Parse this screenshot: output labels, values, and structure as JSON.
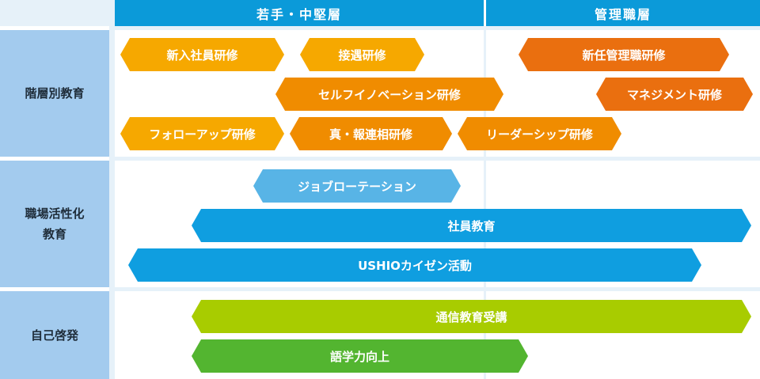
{
  "headers": {
    "young_mid": "若手・中堅層",
    "managers": "管理職層"
  },
  "rows": [
    {
      "label": "階層別教育"
    },
    {
      "label": "職場活性化\n教育"
    },
    {
      "label": "自己啓発"
    }
  ],
  "programs": {
    "new_employee": {
      "label": "新入社員研修",
      "color": "#f6a800"
    },
    "customer_service": {
      "label": "接遇研修",
      "color": "#f6a800"
    },
    "new_manager": {
      "label": "新任管理職研修",
      "color": "#ea6f0f"
    },
    "self_innovation": {
      "label": "セルフイノベーション研修",
      "color": "#f08c00"
    },
    "management": {
      "label": "マネジメント研修",
      "color": "#ea6f0f"
    },
    "follow_up": {
      "label": "フォローアップ研修",
      "color": "#f6a800"
    },
    "communication": {
      "label": "真・報連相研修",
      "color": "#f08c00"
    },
    "leadership": {
      "label": "リーダーシップ研修",
      "color": "#f08c00"
    },
    "job_rotation": {
      "label": "ジョブローテーション",
      "color": "#58b4e6"
    },
    "employee_education": {
      "label": "社員教育",
      "color": "#0f9ee0"
    },
    "kaizen": {
      "label": "USHIOカイゼン活動",
      "color": "#0f9ee0"
    },
    "correspondence": {
      "label": "通信教育受講",
      "color": "#a8cc00"
    },
    "language": {
      "label": "語学力向上",
      "color": "#53b530"
    }
  }
}
